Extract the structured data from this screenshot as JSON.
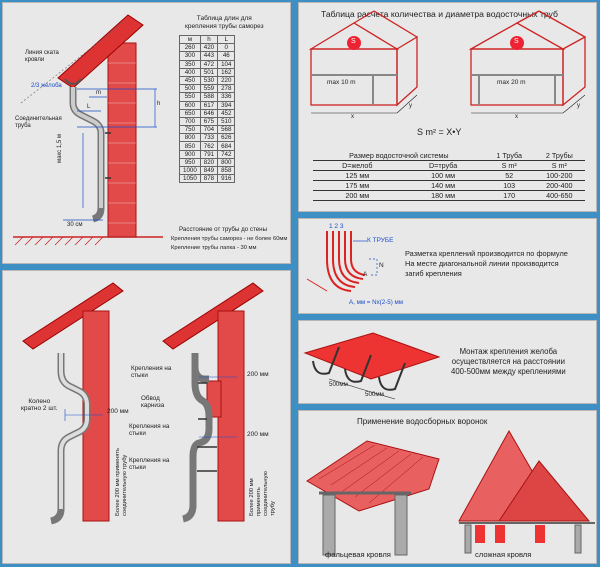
{
  "panel1": {
    "labels": {
      "roof_slope": "Линия ската\nкровли",
      "gutter_frac": "2/3 желоба",
      "h": "h",
      "m": "m",
      "l": "L",
      "connecting_pipe": "Соединительная\nтруба",
      "max15": "макс 1,5 м",
      "cm30": "30 см"
    },
    "table_title": "Таблица длин для\nкрепления трубы саморез",
    "columns": [
      "м",
      "h",
      "L"
    ],
    "rows": [
      [
        "260",
        "420",
        "0"
      ],
      [
        "300",
        "443",
        "46"
      ],
      [
        "350",
        "472",
        "104"
      ],
      [
        "400",
        "501",
        "162"
      ],
      [
        "450",
        "530",
        "220"
      ],
      [
        "500",
        "559",
        "278"
      ],
      [
        "550",
        "588",
        "336"
      ],
      [
        "600",
        "617",
        "394"
      ],
      [
        "650",
        "646",
        "452"
      ],
      [
        "700",
        "675",
        "510"
      ],
      [
        "750",
        "704",
        "568"
      ],
      [
        "800",
        "733",
        "626"
      ],
      [
        "850",
        "762",
        "684"
      ],
      [
        "900",
        "791",
        "742"
      ],
      [
        "950",
        "820",
        "800"
      ],
      [
        "1000",
        "849",
        "858"
      ],
      [
        "1050",
        "878",
        "916"
      ]
    ],
    "notes": {
      "title": "Расстояние от трубы до стены",
      "line1": "Крепления трубы саморез - не более 60мм",
      "line2": "Крепление трубы лапка - 30 мм"
    }
  },
  "panel2": {
    "title": "Таблица расчета количества и диаметра водосточных труб",
    "house_labels": {
      "s": "S",
      "max10": "max 10 m",
      "max20": "max 20 m",
      "x": "x",
      "y": "y"
    },
    "formula": "S m² = X•Y",
    "table": {
      "headers": [
        "Размер водосточной системы",
        "",
        "1 Труба",
        "2 Трубы"
      ],
      "sub": [
        "D=желоб",
        "D=труба",
        "S m²",
        "S m²"
      ],
      "rows": [
        [
          "125 мм",
          "100 мм",
          "52",
          "100-200"
        ],
        [
          "175 мм",
          "140 мм",
          "103",
          "200-400"
        ],
        [
          "200 мм",
          "180 мм",
          "170",
          "400-650"
        ]
      ]
    }
  },
  "panel3": {
    "left": {
      "elbow": "Колено\nкратно 2 шт.",
      "mm200": "200 мм",
      "side_text": "Более 200 мм применять\nсоединительную трубу"
    },
    "right": {
      "brackets_top": "Крепления на\nстыки",
      "cornice": "Обвод\nкарниза",
      "brackets_mid": "Крепления на\nстыки",
      "brackets_bottom": "Крепления на\nстыки",
      "mm200a": "200 мм",
      "mm200b": "200 мм",
      "side_text": "Более 200 мм применять\nсоединительную трубу"
    }
  },
  "panel4": {
    "k_trube": "К ТРУБЕ",
    "nums": "1 2 3",
    "text": "Разметка креплений производится по формуле\nНа месте диагональной линии производится\nзагиб крепления",
    "formula": "A, мм = Nx(2-5) мм",
    "n": "N",
    "a": "A"
  },
  "panel5": {
    "text": "Монтаж крепления желоба\nосуществляется на расстоянии\n400-500мм между креплениями",
    "mm500a": "500мм",
    "mm500b": "500мм"
  },
  "panel6": {
    "title": "Применение водосборных воронок",
    "left_label": "фальцевая кровля",
    "right_label": "сложная кровля"
  },
  "colors": {
    "background": "#3d8fc4",
    "panel": "#e8e8e8",
    "accent_red": "#e02a2a",
    "blue_dim": "#1a4dc9"
  }
}
